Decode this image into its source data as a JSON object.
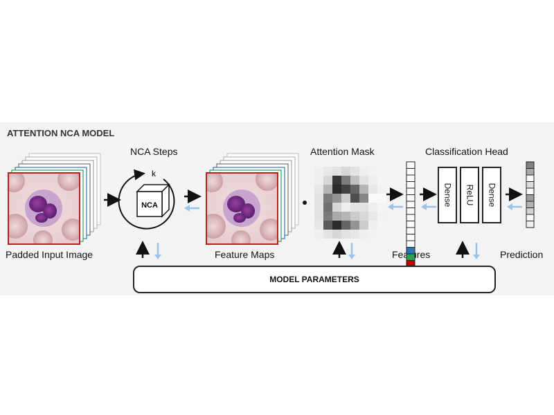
{
  "figure": {
    "section_title": "ATTENTION NCA MODEL",
    "labels": {
      "nca_steps": "NCA Steps",
      "attention_mask": "Attention Mask",
      "classification_head": "Classification Head",
      "padded_input": "Padded Input Image",
      "feature_maps": "Feature Maps",
      "features": "Features",
      "prediction": "Prediction",
      "nca_box": "NCA",
      "k": "k",
      "dense_1": "Dense",
      "relu": "ReLU",
      "dense_2": "Dense"
    },
    "model_parameters": "MODEL PARAMETERS",
    "colors": {
      "forward_arrow": "#111111",
      "backward_arrow": "#9dc3e6",
      "image_border": "#b22222",
      "feature_blue": "#2e75b6",
      "feature_green": "#2e9e4f",
      "feature_red": "#c00000"
    }
  }
}
